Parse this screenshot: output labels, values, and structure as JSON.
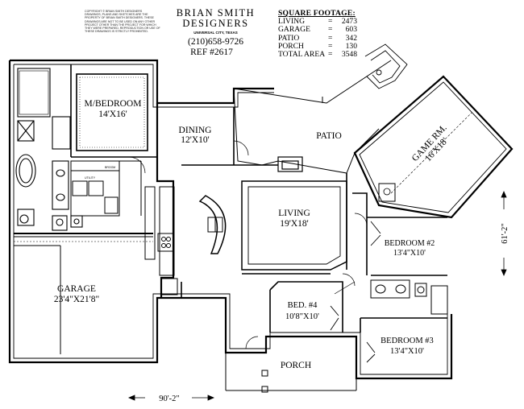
{
  "header": {
    "fine_print_top": "COPYRIGHT ©   BRIAN SMITH DESIGNERS",
    "fine_print_body": "DRAWINGS, PLANS AND SKETCHES ARE THE PROPERTY OF BRIAN SMITH DESIGNERS. THESE DRAWINGS ARE NOT TO BE USED ON ANY OTHER PROJECT OTHER THAN THE PROJECT FOR WHICH THEY WERE PREPARED. REPRODUCTION OR USE OF THESE DRAWINGS IS STRICTLY PROHIBITED.",
    "company_line1": "BRIAN SMITH",
    "company_line2": "DESIGNERS",
    "city": "UNIVERSAL CITY, TEXAS",
    "phone": "(210)658-9726",
    "ref": "REF #2617"
  },
  "square_footage": {
    "title": "SQUARE FOOTAGE:",
    "rows": [
      {
        "label": "LIVING",
        "value": "2473"
      },
      {
        "label": "GARAGE",
        "value": "603"
      },
      {
        "label": "PATIO",
        "value": "342"
      },
      {
        "label": "PORCH",
        "value": "130"
      },
      {
        "label": "TOTAL AREA",
        "value": "3548"
      }
    ]
  },
  "rooms": {
    "master": {
      "name": "M/BEDROOM",
      "size": "14'X16'"
    },
    "dining": {
      "name": "DINING",
      "size": "12'X10'"
    },
    "patio": {
      "name": "PATIO"
    },
    "game": {
      "name": "GAME RM.",
      "size": "16'X18'"
    },
    "living": {
      "name": "LIVING",
      "size": "19'X18'"
    },
    "bed2": {
      "name": "BEDROOM #2",
      "size": "13'4\"X10'"
    },
    "garage": {
      "name": "GARAGE",
      "size": "23'4\"X21'8\""
    },
    "bed4": {
      "name": "BED. #4",
      "size": "10'8\"X10'"
    },
    "bed3": {
      "name": "BEDROOM #3",
      "size": "13'4\"X10'"
    },
    "porch": {
      "name": "PORCH"
    },
    "utility": {
      "name": "UTILITY"
    },
    "broom": {
      "name": "BROOM"
    }
  },
  "dimensions": {
    "width": "90'-2\"",
    "depth": "61'-2\""
  }
}
